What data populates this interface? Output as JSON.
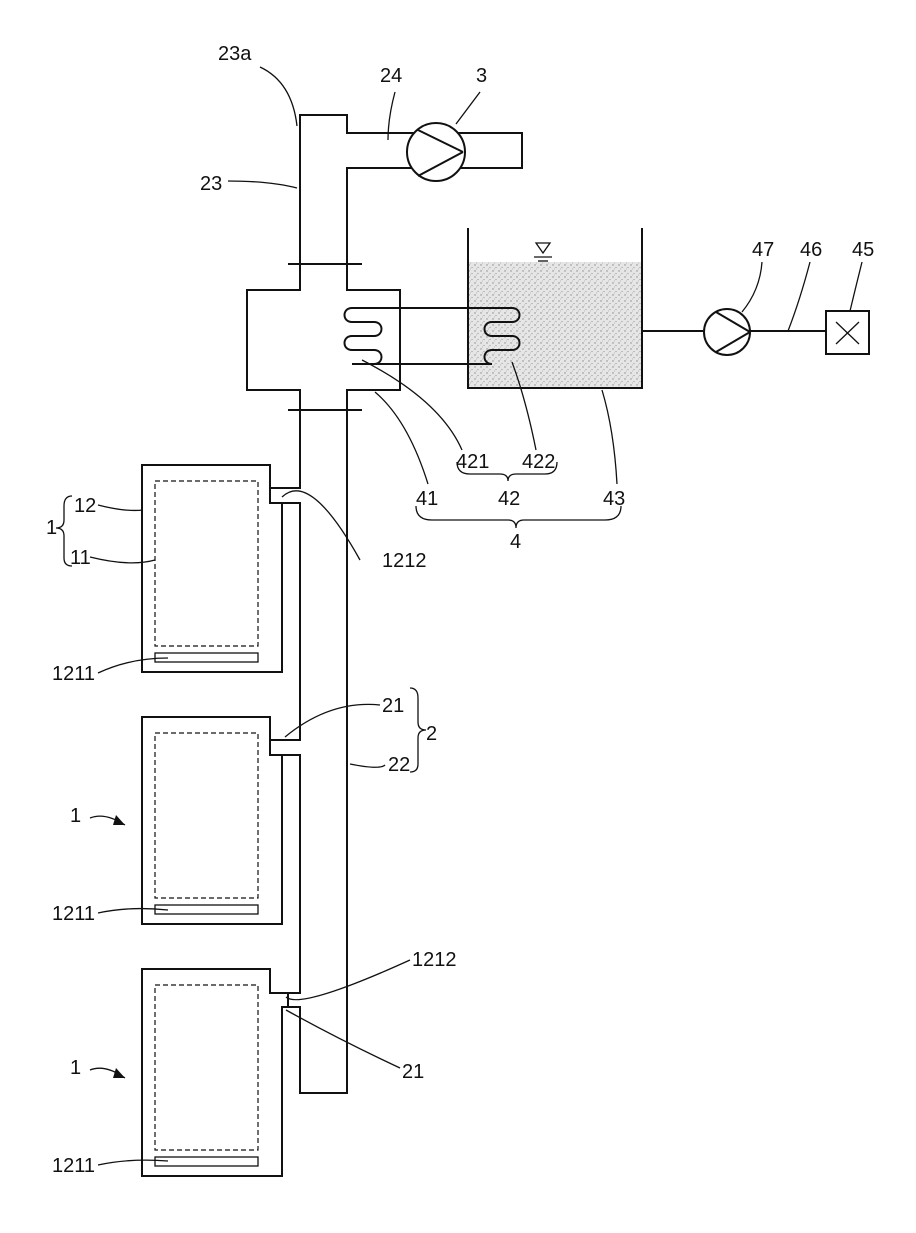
{
  "labels": {
    "duct_top": "23a",
    "branch_duct": "24",
    "blower": "3",
    "main_duct": "23",
    "pump": "47",
    "pipe": "46",
    "valve": "45",
    "coil_in_duct": "421",
    "coil_in_tank": "422",
    "coil_group": "42",
    "chamber": "41",
    "tank": "43",
    "recovery_unit": "4",
    "unit_group": "1",
    "outer_case": "12",
    "inner_chamber": "11",
    "outlet_top": "1212",
    "outlet_bottom": "1212",
    "inlet_1": "1211",
    "inlet_2": "1211",
    "inlet_3": "1211",
    "branch_pipe_mid": "21",
    "branch_pipe_low": "21",
    "riser": "22",
    "manifold": "2",
    "unit_arrow_mid": "1",
    "unit_arrow_low": "1"
  }
}
